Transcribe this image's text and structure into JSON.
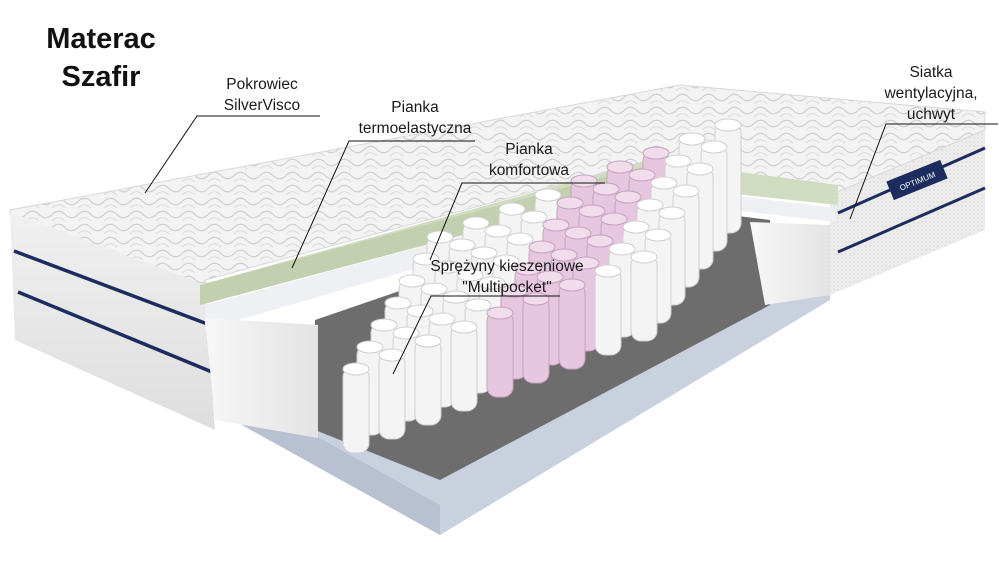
{
  "product": {
    "title_line1": "Materac",
    "title_line2": "Szafir",
    "brand_tag": "OPTIMUM"
  },
  "layers": [
    {
      "id": "cover",
      "line1": "Pokrowiec",
      "line2": "SilverVisco"
    },
    {
      "id": "thermo-foam",
      "line1": "Pianka",
      "line2": "termoelastyczna"
    },
    {
      "id": "comfort-foam",
      "line1": "Pianka",
      "line2": "komfortowa"
    },
    {
      "id": "springs",
      "line1": "Sprężyny kieszeniowe",
      "line2": "\"Multipocket\""
    },
    {
      "id": "mesh",
      "line1": "Siatka",
      "line2": "wentylacyjna,",
      "line3": "uchwyt"
    }
  ],
  "colors": {
    "stripe": "#1c2c5e",
    "green_foam": "#cfdcbf",
    "pink_spring": "#e7c6df",
    "white_spring": "#f4f4f4",
    "felt": "#6d6d6d",
    "base_foam": "#c9d0de"
  }
}
